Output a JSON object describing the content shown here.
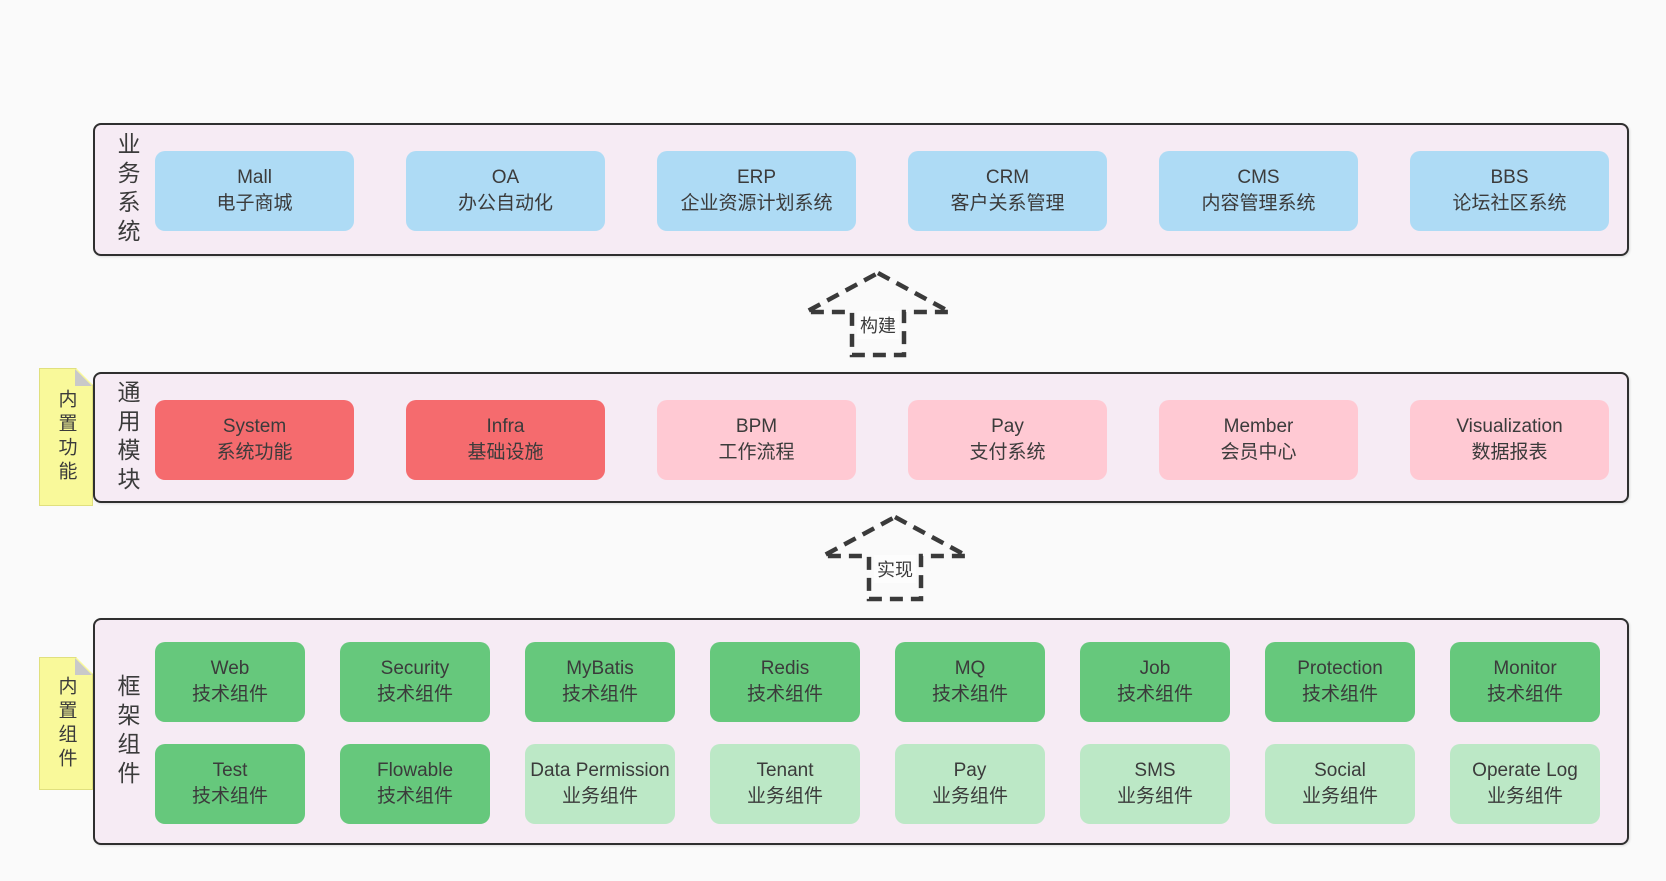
{
  "colors": {
    "page_bg": "#fafafa",
    "container_bg": "#f6ebf4",
    "container_border": "#2f2f2f",
    "blue": "#aedbf5",
    "red": "#f56b6e",
    "pink": "#ffc9d3",
    "green": "#66c87c",
    "light_green": "#bce8c6",
    "yellow": "#f9f99a",
    "fold_gray": "#c9c9c9",
    "text": "#3b3b3b"
  },
  "arrows": [
    {
      "label": "构建"
    },
    {
      "label": "实现"
    }
  ],
  "sections": {
    "business": {
      "label": "业务系统",
      "boxes": [
        {
          "en": "Mall",
          "zh": "电子商城",
          "variant": "blue"
        },
        {
          "en": "OA",
          "zh": "办公自动化",
          "variant": "blue"
        },
        {
          "en": "ERP",
          "zh": "企业资源计划系统",
          "variant": "blue"
        },
        {
          "en": "CRM",
          "zh": "客户关系管理",
          "variant": "blue"
        },
        {
          "en": "CMS",
          "zh": "内容管理系统",
          "variant": "blue"
        },
        {
          "en": "BBS",
          "zh": "论坛社区系统",
          "variant": "blue"
        }
      ]
    },
    "common": {
      "label": "通用模块",
      "sticky": "内置功能",
      "boxes": [
        {
          "en": "System",
          "zh": "系统功能",
          "variant": "red"
        },
        {
          "en": "Infra",
          "zh": "基础设施",
          "variant": "red"
        },
        {
          "en": "BPM",
          "zh": "工作流程",
          "variant": "pink"
        },
        {
          "en": "Pay",
          "zh": "支付系统",
          "variant": "pink"
        },
        {
          "en": "Member",
          "zh": "会员中心",
          "variant": "pink"
        },
        {
          "en": "Visualization",
          "zh": "数据报表",
          "variant": "pink"
        }
      ]
    },
    "framework": {
      "label": "框架组件",
      "sticky": "内置组件",
      "rows": [
        [
          {
            "en": "Web",
            "zh": "技术组件",
            "variant": "green"
          },
          {
            "en": "Security",
            "zh": "技术组件",
            "variant": "green"
          },
          {
            "en": "MyBatis",
            "zh": "技术组件",
            "variant": "green"
          },
          {
            "en": "Redis",
            "zh": "技术组件",
            "variant": "green"
          },
          {
            "en": "MQ",
            "zh": "技术组件",
            "variant": "green"
          },
          {
            "en": "Job",
            "zh": "技术组件",
            "variant": "green"
          },
          {
            "en": "Protection",
            "zh": "技术组件",
            "variant": "green"
          },
          {
            "en": "Monitor",
            "zh": "技术组件",
            "variant": "green"
          }
        ],
        [
          {
            "en": "Test",
            "zh": "技术组件",
            "variant": "green"
          },
          {
            "en": "Flowable",
            "zh": "技术组件",
            "variant": "green"
          },
          {
            "en": "Data Permission",
            "zh": "业务组件",
            "variant": "light-green"
          },
          {
            "en": "Tenant",
            "zh": "业务组件",
            "variant": "light-green"
          },
          {
            "en": "Pay",
            "zh": "业务组件",
            "variant": "light-green"
          },
          {
            "en": "SMS",
            "zh": "业务组件",
            "variant": "light-green"
          },
          {
            "en": "Social",
            "zh": "业务组件",
            "variant": "light-green"
          },
          {
            "en": "Operate Log",
            "zh": "业务组件",
            "variant": "light-green"
          }
        ]
      ]
    }
  }
}
